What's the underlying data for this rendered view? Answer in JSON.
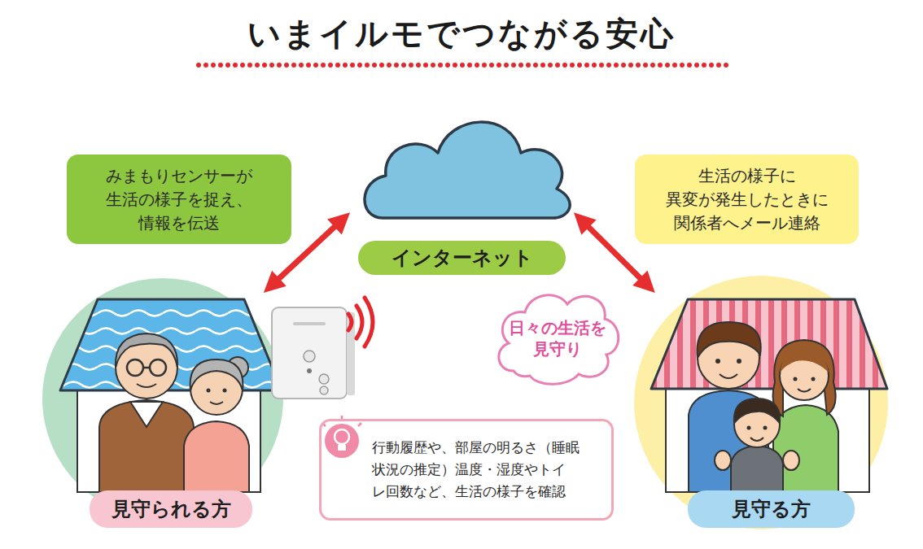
{
  "diagram": {
    "title": "いまイルモでつながる安心",
    "nodes": [
      {
        "text": [
          "みまもりセンサーが 生活の様子を捉え、 情報を伝送"
        ]
      },
      {
        "text": [
          "インターネット"
        ]
      },
      {
        "text": [
          "生活の様子に 異変が発生したときに 関係者へメール連絡"
        ]
      },
      {
        "text": [
          "日々の生活を 見守り"
        ]
      },
      {
        "text": [
          "見守られる方"
        ]
      },
      {
        "text": [
          "行動履歴や、部屋の明るさ（睡眠 状況の推定）温度・湿度やトイ レ回数など、生活の様子を確認"
        ]
      },
      {
        "text": [
          "見守る方"
        ]
      }
    ],
    "edges": [
      {
        "from": 4,
        "to": 1,
        "arrow": "both"
      },
      {
        "from": 1,
        "to": 6,
        "arrow": "both"
      }
    ]
  }
}
